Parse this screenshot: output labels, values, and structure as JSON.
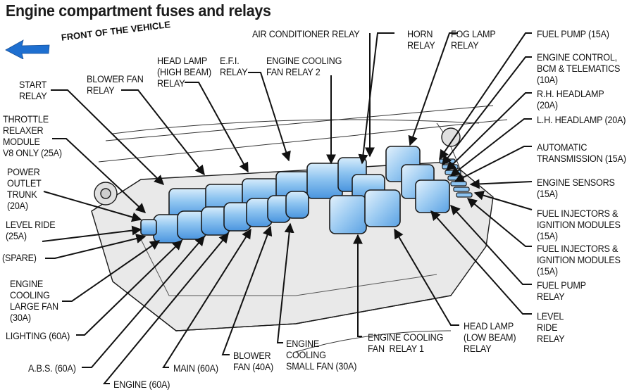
{
  "title": "Engine compartment fuses and relays",
  "front_indicator": {
    "label": "FRONT OF THE VEHICLE",
    "icon": "left-arrow-icon",
    "color": "#1e6fd0"
  },
  "colors": {
    "fuse_fill": "#6fb2ec",
    "fuse_highlight": "#d7ecfb",
    "box_fill": "#e9e9e9",
    "outline": "#1a1a1a"
  },
  "labels": [
    {
      "id": "start-relay",
      "text": "START\nRELAY"
    },
    {
      "id": "blower-fan-relay",
      "text": "BLOWER FAN\nRELAY"
    },
    {
      "id": "head-lamp-high-beam-relay",
      "text": "HEAD LAMP\n(HIGH BEAM)\nRELAY"
    },
    {
      "id": "efi-relay",
      "text": "E.F.I.\nRELAY"
    },
    {
      "id": "engine-cooling-fan-relay-2",
      "text": "ENGINE COOLING\nFAN RELAY 2"
    },
    {
      "id": "air-conditioner-relay",
      "text": "AIR CONDITIONER RELAY"
    },
    {
      "id": "horn-relay",
      "text": "HORN\nRELAY"
    },
    {
      "id": "fog-lamp-relay",
      "text": "FOG LAMP\nRELAY"
    },
    {
      "id": "fuel-pump-15a",
      "text": "FUEL PUMP (15A)"
    },
    {
      "id": "engine-control-10a",
      "text": "ENGINE CONTROL,\nBCM & TELEMATICS\n(10A)"
    },
    {
      "id": "rh-headlamp-20a",
      "text": "R.H. HEADLAMP\n(20A)"
    },
    {
      "id": "lh-headlamp-20a",
      "text": "L.H. HEADLAMP (20A)"
    },
    {
      "id": "automatic-transmission-15a",
      "text": "AUTOMATIC\nTRANSMISSION (15A)"
    },
    {
      "id": "engine-sensors-15a",
      "text": "ENGINE SENSORS\n(15A)"
    },
    {
      "id": "fuel-injectors-ignition-1",
      "text": "FUEL INJECTORS &\nIGNITION MODULES\n(15A)"
    },
    {
      "id": "fuel-injectors-ignition-2",
      "text": "FUEL INJECTORS &\nIGNITION MODULES\n(15A)"
    },
    {
      "id": "fuel-pump-relay",
      "text": "FUEL PUMP\nRELAY"
    },
    {
      "id": "level-ride-relay",
      "text": "LEVEL\nRIDE\nRELAY"
    },
    {
      "id": "head-lamp-low-beam-relay",
      "text": "HEAD LAMP\n(LOW BEAM)\nRELAY"
    },
    {
      "id": "engine-cooling-fan-relay-1",
      "text": "ENGINE COOLING\nFAN  RELAY 1"
    },
    {
      "id": "engine-cooling-small-fan-30a",
      "text": "ENGINE\nCOOLING\nSMALL FAN (30A)"
    },
    {
      "id": "blower-fan-40a",
      "text": "BLOWER\nFAN (40A)"
    },
    {
      "id": "main-60a",
      "text": "MAIN (60A)"
    },
    {
      "id": "engine-60a",
      "text": "ENGINE (60A)"
    },
    {
      "id": "abs-60a",
      "text": "A.B.S. (60A)"
    },
    {
      "id": "lighting-60a",
      "text": "LIGHTING (60A)"
    },
    {
      "id": "engine-cooling-large-fan-30a",
      "text": "ENGINE\nCOOLING\nLARGE FAN\n(30A)"
    },
    {
      "id": "spare",
      "text": "(SPARE)"
    },
    {
      "id": "level-ride-25a",
      "text": "LEVEL RIDE\n(25A)"
    },
    {
      "id": "power-outlet-trunk-20a",
      "text": "POWER\nOUTLET\nTRUNK\n(20A)"
    },
    {
      "id": "throttle-relaxer-25a",
      "text": "THROTTLE\nRELAXER\nMODULE\nV8 ONLY (25A)"
    }
  ]
}
